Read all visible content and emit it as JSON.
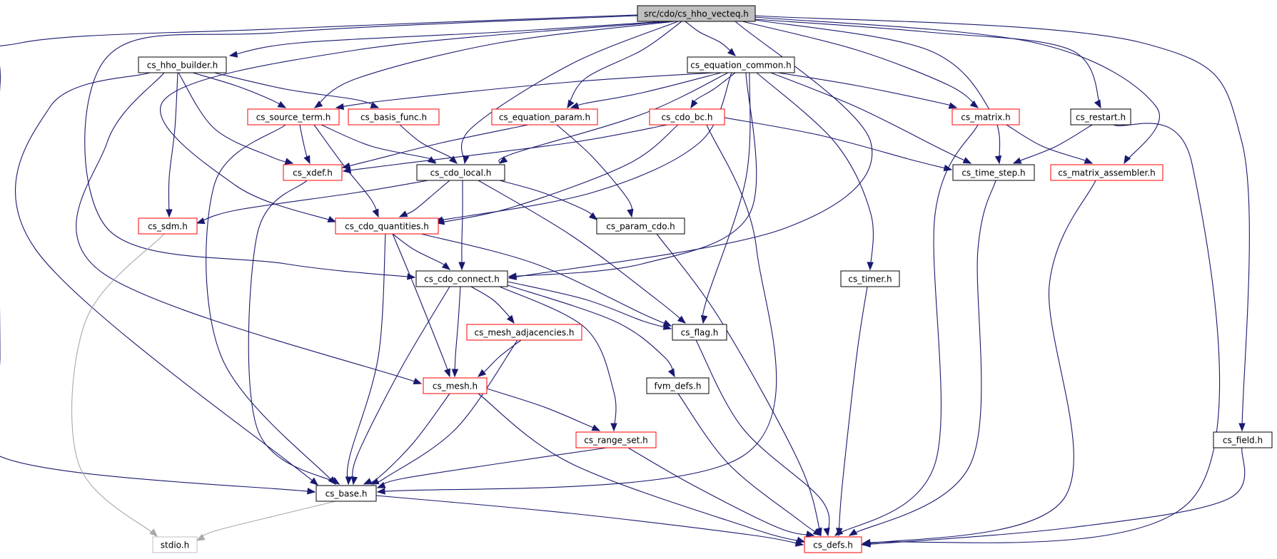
{
  "graph": {
    "root": "src/cdo/cs_hho_vecteq.h",
    "colors": {
      "edge": "#191970",
      "edge_external": "#a9a9a9",
      "node_border_normal": "#000000",
      "node_border_linked": "#ff0000",
      "node_border_external": "#bfbfbf",
      "root_fill": "#bfbfbf",
      "node_fill": "#ffffff"
    },
    "nodes": [
      {
        "id": "root",
        "label": "src/cdo/cs_hho_vecteq.h",
        "style": "root"
      },
      {
        "id": "hho_builder",
        "label": "cs_hho_builder.h",
        "style": "normal"
      },
      {
        "id": "equation_common",
        "label": "cs_equation_common.h",
        "style": "normal"
      },
      {
        "id": "restart",
        "label": "cs_restart.h",
        "style": "normal"
      },
      {
        "id": "source_term",
        "label": "cs_source_term.h",
        "style": "linked"
      },
      {
        "id": "basis_func",
        "label": "cs_basis_func.h",
        "style": "linked"
      },
      {
        "id": "equation_param",
        "label": "cs_equation_param.h",
        "style": "linked"
      },
      {
        "id": "cdo_bc",
        "label": "cs_cdo_bc.h",
        "style": "linked"
      },
      {
        "id": "matrix",
        "label": "cs_matrix.h",
        "style": "linked"
      },
      {
        "id": "xdef",
        "label": "cs_xdef.h",
        "style": "linked"
      },
      {
        "id": "cdo_local",
        "label": "cs_cdo_local.h",
        "style": "normal"
      },
      {
        "id": "time_step",
        "label": "cs_time_step.h",
        "style": "normal"
      },
      {
        "id": "matrix_assembler",
        "label": "cs_matrix_assembler.h",
        "style": "linked"
      },
      {
        "id": "sdm",
        "label": "cs_sdm.h",
        "style": "linked"
      },
      {
        "id": "cdo_quantities",
        "label": "cs_cdo_quantities.h",
        "style": "linked"
      },
      {
        "id": "param_cdo",
        "label": "cs_param_cdo.h",
        "style": "normal"
      },
      {
        "id": "cdo_connect",
        "label": "cs_cdo_connect.h",
        "style": "normal"
      },
      {
        "id": "timer",
        "label": "cs_timer.h",
        "style": "normal"
      },
      {
        "id": "mesh_adjacencies",
        "label": "cs_mesh_adjacencies.h",
        "style": "linked"
      },
      {
        "id": "flag",
        "label": "cs_flag.h",
        "style": "normal"
      },
      {
        "id": "mesh",
        "label": "cs_mesh.h",
        "style": "linked"
      },
      {
        "id": "fvm_defs",
        "label": "fvm_defs.h",
        "style": "normal"
      },
      {
        "id": "range_set",
        "label": "cs_range_set.h",
        "style": "linked"
      },
      {
        "id": "field",
        "label": "cs_field.h",
        "style": "normal"
      },
      {
        "id": "base",
        "label": "cs_base.h",
        "style": "normal"
      },
      {
        "id": "stdio",
        "label": "stdio.h",
        "style": "external"
      },
      {
        "id": "defs",
        "label": "cs_defs.h",
        "style": "linked"
      }
    ]
  }
}
